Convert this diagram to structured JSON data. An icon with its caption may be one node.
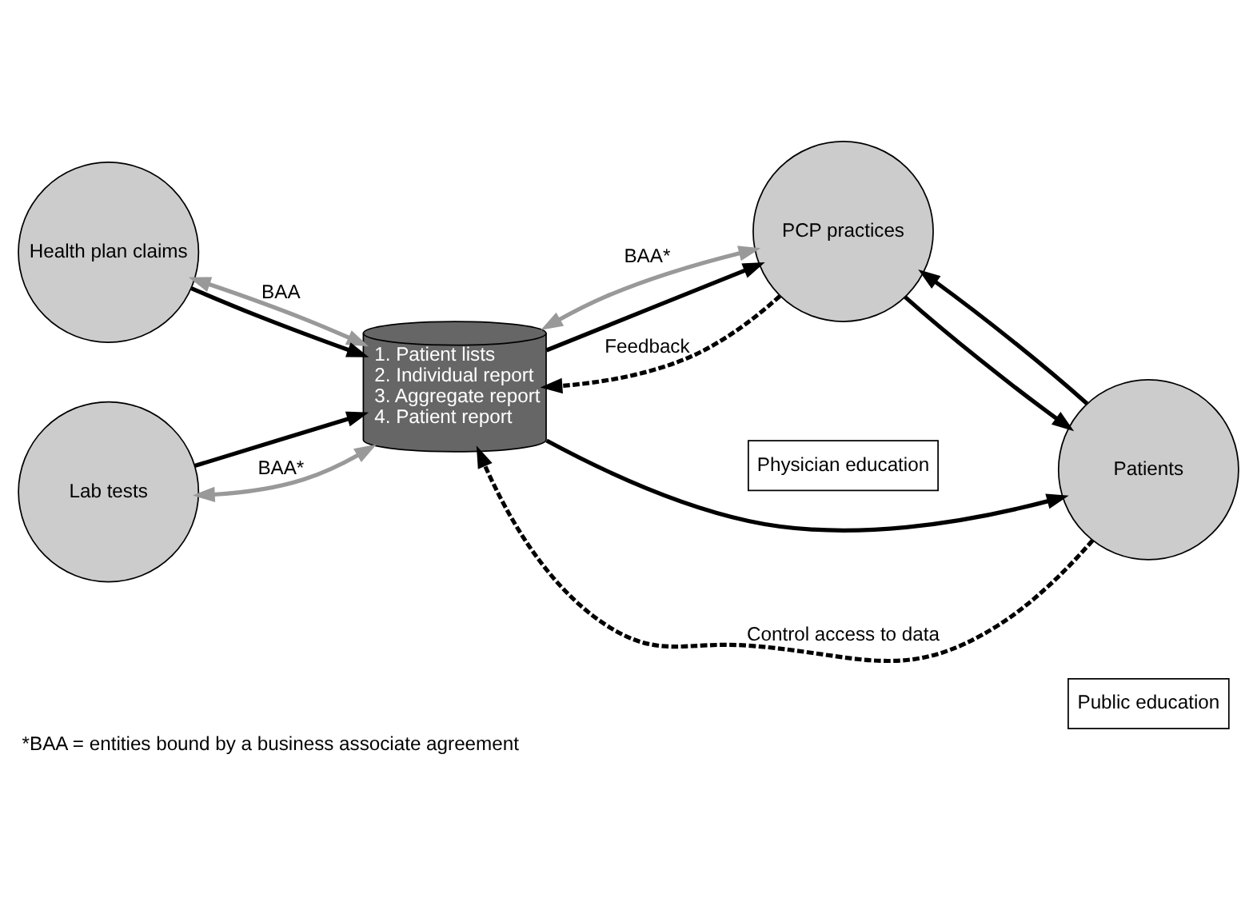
{
  "diagram": {
    "caption": "*BAA = entities bound by a business associate agreement",
    "nodes": [
      {
        "text": [
          "Health plan claims"
        ]
      },
      {
        "text": [
          "1. Patient lists",
          "2. Individual report",
          "3. Aggregate report",
          "4. Patient report"
        ]
      },
      {
        "text": [
          "PCP practices"
        ]
      },
      {
        "text": [
          "Physician education"
        ]
      },
      {
        "text": [
          "Lab tests"
        ]
      },
      {
        "text": [
          "Patients"
        ]
      },
      {
        "text": [
          "Public education"
        ]
      }
    ],
    "edges": [
      {
        "from": 0,
        "to": 1,
        "arrow": "both",
        "label": "BAA",
        "color": "#999999"
      },
      {
        "from": 0,
        "to": 1,
        "arrow": "to"
      },
      {
        "from": 4,
        "to": 1,
        "arrow": "to"
      },
      {
        "from": 4,
        "to": 1,
        "arrow": "both",
        "label": "BAA*",
        "color": "#999999"
      },
      {
        "from": 1,
        "to": 2,
        "arrow": "both",
        "label": "BAA*",
        "color": "#999999"
      },
      {
        "from": 1,
        "to": 2,
        "arrow": "to"
      },
      {
        "from": 2,
        "to": 1,
        "arrow": "to",
        "label": "Feedback",
        "style": "dashed"
      },
      {
        "from": 5,
        "to": 1,
        "arrow": "to",
        "label": "Control access to data",
        "style": "dashed"
      },
      {
        "from": 5,
        "to": 2,
        "arrow": "to"
      },
      {
        "from": 2,
        "to": 5,
        "arrow": "to"
      },
      {
        "from": 1,
        "to": 5,
        "arrow": "to"
      }
    ]
  }
}
